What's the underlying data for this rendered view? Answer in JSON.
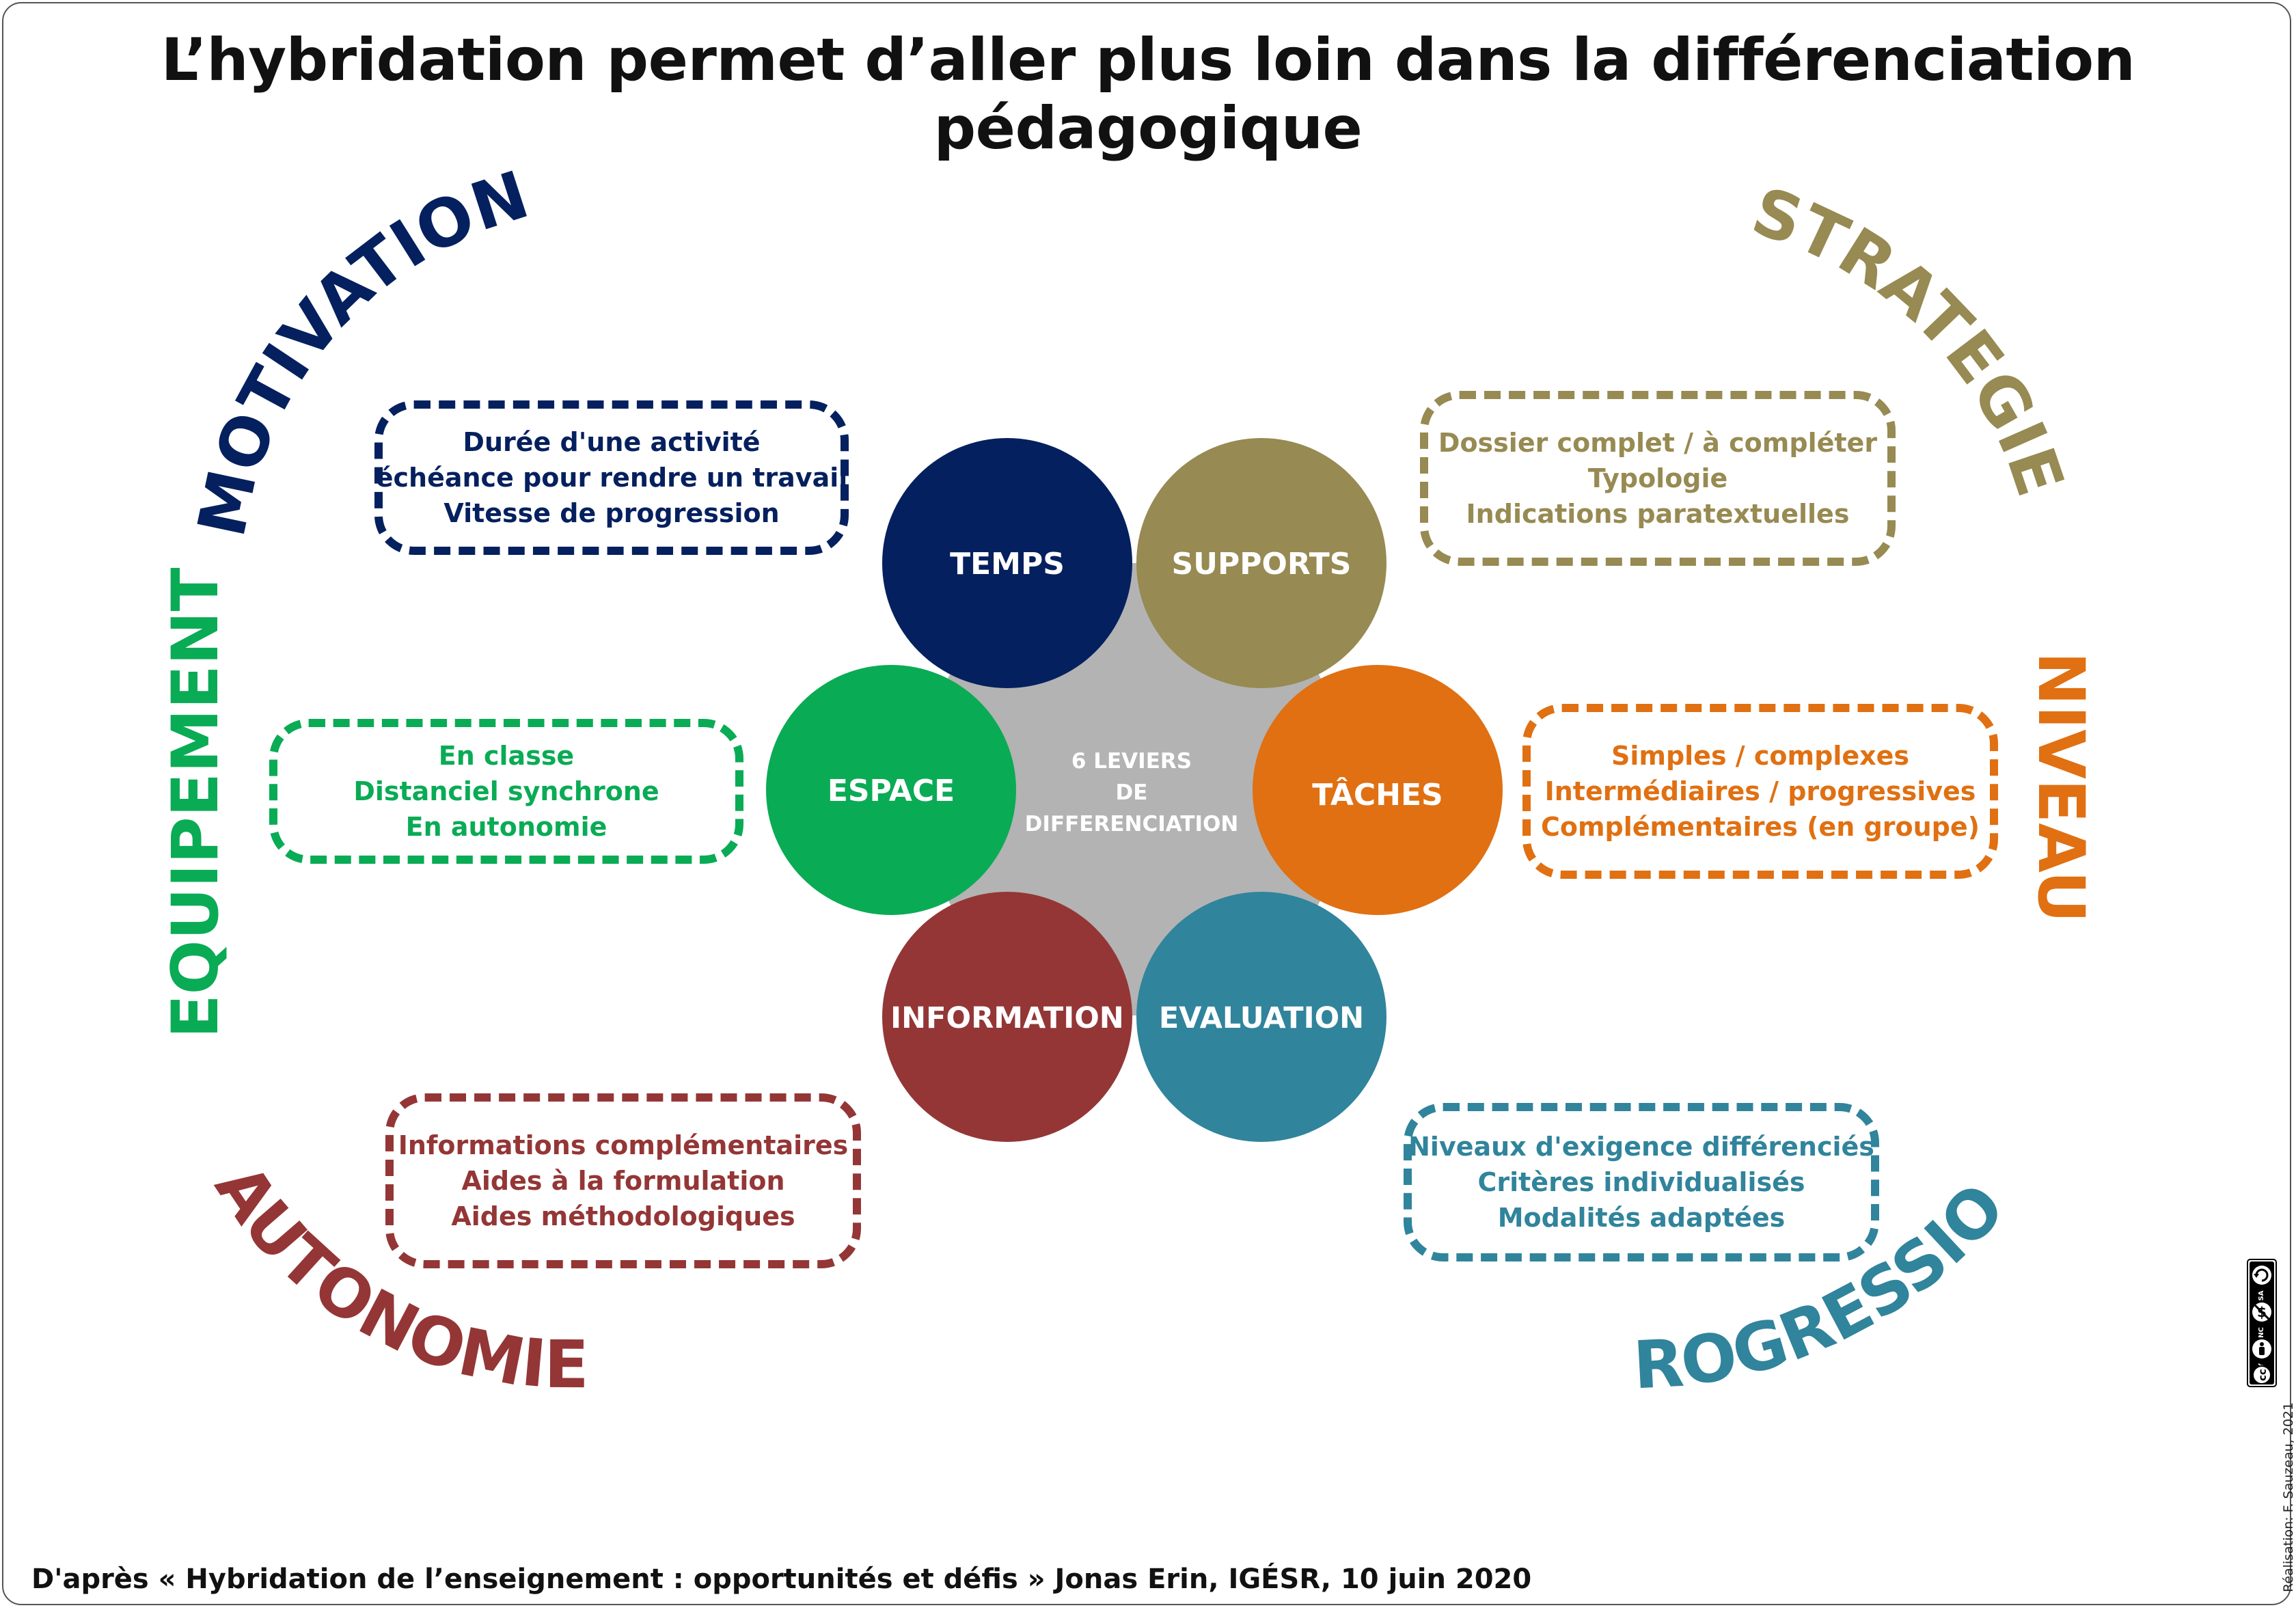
{
  "title": "L’hybridation permet d’aller plus loin dans la différenciation pédagogique",
  "center": {
    "line1": "6 LEVIERS",
    "line2": "DE",
    "line3": "DIFFERENCIATION",
    "color": "#b3b3b3"
  },
  "levers": [
    {
      "id": "temps",
      "label": "TEMPS",
      "color": "#05205e"
    },
    {
      "id": "supports",
      "label": "SUPPORTS",
      "color": "#978a52"
    },
    {
      "id": "taches",
      "label": "TÂCHES",
      "color": "#e07012"
    },
    {
      "id": "evaluation",
      "label": "EVALUATION",
      "color": "#30849b"
    },
    {
      "id": "information",
      "label": "INFORMATION",
      "color": "#943636"
    },
    {
      "id": "espace",
      "label": "ESPACE",
      "color": "#0aab55"
    }
  ],
  "outer_labels": {
    "motivation": "MOTIVATION",
    "strategie": "STRATEGIE",
    "niveau": "NIVEAU",
    "progression": "PROGRESSION",
    "autonomie": "AUTONOMIE",
    "equipement": "EQUIPEMENT"
  },
  "boxes": {
    "temps": {
      "color": "#05205e",
      "lines": [
        "Durée d'une activité",
        "échéance pour rendre un travail",
        "Vitesse de progression"
      ]
    },
    "supports": {
      "color": "#978a52",
      "lines": [
        "Dossier complet / à compléter",
        "Typologie",
        "Indications paratextuelles"
      ]
    },
    "taches": {
      "color": "#e07012",
      "lines": [
        "Simples / complexes",
        "Intermédiaires / progressives",
        "Complémentaires (en groupe)"
      ]
    },
    "evaluation": {
      "color": "#30849b",
      "lines": [
        "Niveaux d'exigence différenciés",
        "Critères individualisés",
        "Modalités adaptées"
      ]
    },
    "information": {
      "color": "#943636",
      "lines": [
        "Informations complémentaires",
        "Aides à la formulation",
        "Aides méthodologiques"
      ]
    },
    "espace": {
      "color": "#0aab55",
      "lines": [
        "En classe",
        "Distanciel synchrone",
        "En autonomie"
      ]
    }
  },
  "footer": {
    "source": "D'après « Hybridation de l’enseignement : opportunités et défis » Jonas Erin, IGÉSR, 10 juin 2020",
    "credit": "Réalisation: F. Sauzeau, 2021"
  },
  "license": {
    "badge": "cc",
    "terms": [
      "BY",
      "NC",
      "SA"
    ],
    "icons": [
      "cc-icon",
      "by-person-icon",
      "nc-dollar-icon",
      "sa-recycle-icon"
    ]
  }
}
